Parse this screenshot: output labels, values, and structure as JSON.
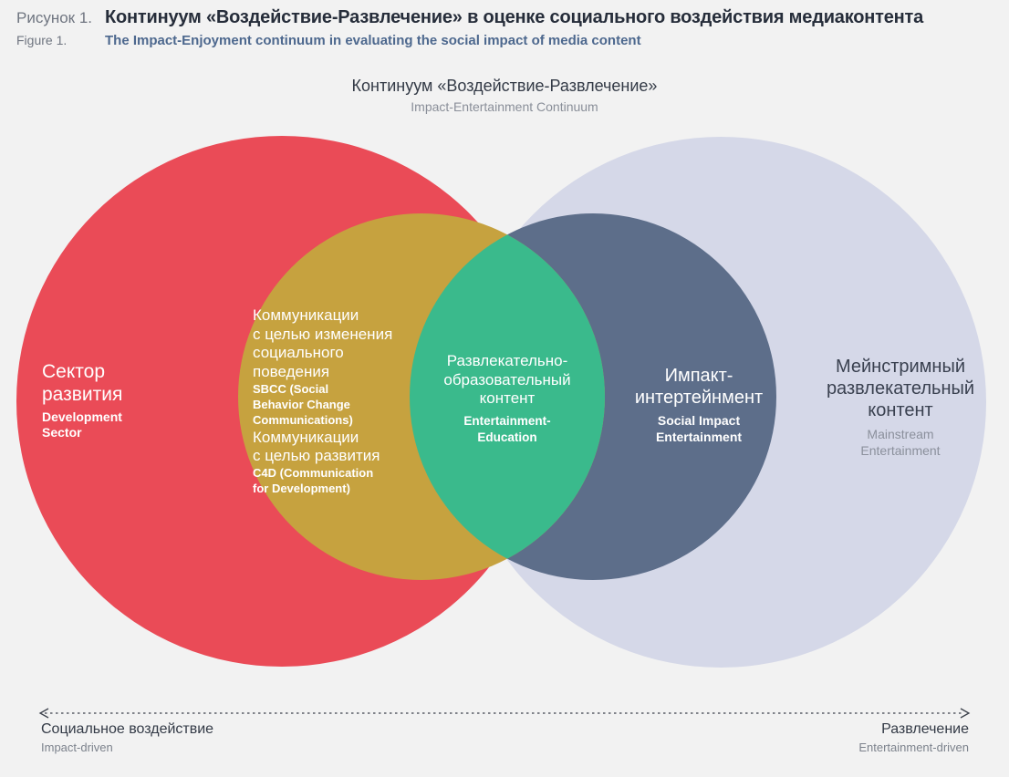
{
  "colors": {
    "background": "#f2f2f2",
    "development": "#ea4b57",
    "mainstream": "#d5d8e8",
    "impact_entertainment": "#5d6e8a",
    "sbcc": "#c6a23f",
    "entertainment_education": "#3aba8c"
  },
  "header": {
    "figure_label_ru": "Рисунок 1.",
    "title_ru": "Континуум «Воздействие-Развлечение» в оценке социального воздействия медиаконтента",
    "figure_label_en": "Figure 1.",
    "title_en": "The Impact-Enjoyment continuum in evaluating the social impact of media content"
  },
  "diagram_title": {
    "ru": "Континуум «Воздействие-Развлечение»",
    "en": "Impact-Entertainment Continuum"
  },
  "sets": {
    "development": {
      "title": "Сектор\nразвития",
      "subtitle": "Development\nSector"
    },
    "sbcc": {
      "title1": "Коммуникации\nс целью изменения\nсоциального\nповедения",
      "subtitle1": "SBCC (Social\nBehavior Change\nCommunications)",
      "title2": "Коммуникации\nс целью развития",
      "subtitle2": "C4D (Communication\nfor Development)"
    },
    "entertainment_education": {
      "title": "Развлекательно-\nобразовательный\nконтент",
      "subtitle": "Entertainment-\nEducation"
    },
    "impact_entertainment": {
      "title": "Импакт-\nинтертейнмент",
      "subtitle": "Social Impact\nEntertainment"
    },
    "mainstream": {
      "title": "Мейнстримный\nразвлекательный\nконтент",
      "subtitle": "Mainstream\nEntertainment"
    }
  },
  "axis": {
    "left_ru": "Социальное воздействие",
    "left_en": "Impact-driven",
    "right_ru": "Развлечение",
    "right_en": "Entertainment-driven"
  }
}
